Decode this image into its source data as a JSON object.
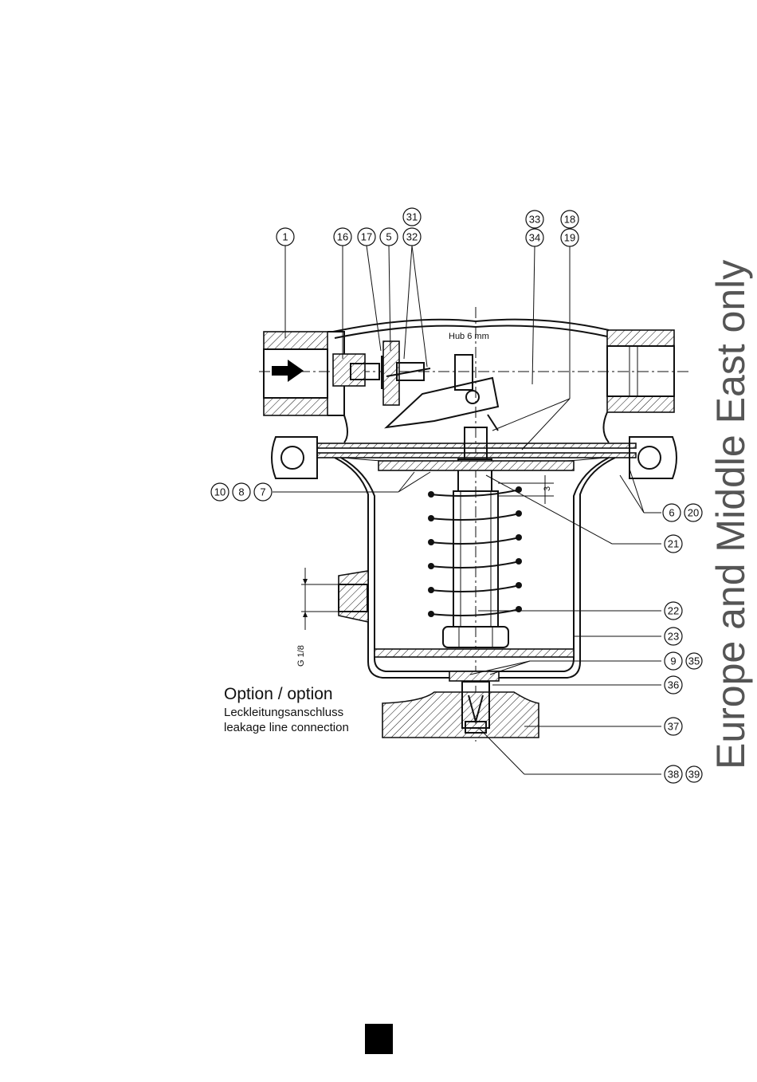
{
  "side_label": "Europe and Middle East only",
  "stroke_label": "Hub 6 mm",
  "thread_label": "G 1/8",
  "dimension_label": "3",
  "option": {
    "title": "Option / option",
    "line_de": "Leckleitungsanschluss",
    "line_en": "leakage line connection"
  },
  "callouts": {
    "c1": "1",
    "c16": "16",
    "c17": "17",
    "c5": "5",
    "c31": "31",
    "c32": "32",
    "c33": "33",
    "c34": "34",
    "c18": "18",
    "c19": "19",
    "c10": "10",
    "c8": "8",
    "c7": "7",
    "c6": "6",
    "c20": "20",
    "c21": "21",
    "c22": "22",
    "c23": "23",
    "c9": "9",
    "c35": "35",
    "c36": "36",
    "c37": "37",
    "c38": "38",
    "c39": "39"
  }
}
